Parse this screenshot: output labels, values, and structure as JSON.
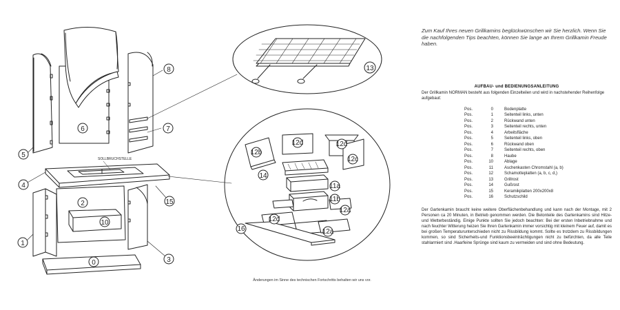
{
  "diagram": {
    "callouts": [
      "8",
      "6",
      "7",
      "5",
      "4",
      "15",
      "2",
      "10",
      "1",
      "0",
      "3",
      "13",
      "12b",
      "12d",
      "12d",
      "12c",
      "14",
      "11a",
      "11b",
      "12a",
      "12d",
      "12a",
      "16"
    ],
    "sollbruchstelle_label": "SOLLBRUCHSTELLE",
    "caption": "Änderungen im Sinne des technischen Fortschritts behalten wir uns vor."
  },
  "text": {
    "intro": "Zum Kauf Ihres neuen Grillkamins beglückwünschen wir Sie herzlich. Wenn Sie die nachfolgenden Tips beachten, können Sie lange an Ihrem Grillkamin Freude haben.",
    "heading": "AUFBAU- und BEDIENUNGSANLEITUNG",
    "lead": "Der Grillkamin NORMAN besteht aus folgenden Einzelteilen und wird in nachstehender Reihenfolge aufgebaut:",
    "parts": [
      {
        "pos": "Pos.",
        "num": "0",
        "name": "Bodenplatte"
      },
      {
        "pos": "Pos.",
        "num": "1",
        "name": "Seitenteil links, unten"
      },
      {
        "pos": "Pos.",
        "num": "2",
        "name": "Rückwand unten"
      },
      {
        "pos": "Pos.",
        "num": "3",
        "name": "Seitenteil rechts, unten"
      },
      {
        "pos": "Pos.",
        "num": "4",
        "name": "Arbeitsfläche"
      },
      {
        "pos": "Pos.",
        "num": "5",
        "name": "Seitenteil links, oben"
      },
      {
        "pos": "Pos.",
        "num": "6",
        "name": "Rückwand oben"
      },
      {
        "pos": "Pos.",
        "num": "7",
        "name": "Seitenteil rechts, oben"
      },
      {
        "pos": "Pos.",
        "num": "8",
        "name": "Haube"
      },
      {
        "pos": "Pos.",
        "num": "10",
        "name": "Ablage"
      },
      {
        "pos": "Pos.",
        "num": "11",
        "name": "Aschenkasten Chromstahl (a, b)"
      },
      {
        "pos": "Pos.",
        "num": "12",
        "name": "Schamotteplatten (a, b, c, d,)"
      },
      {
        "pos": "Pos.",
        "num": "13",
        "name": "Grillrost"
      },
      {
        "pos": "Pos.",
        "num": "14",
        "name": "Gußrost"
      },
      {
        "pos": "Pos.",
        "num": "15",
        "name": "Keramikplatten 200x200x8"
      },
      {
        "pos": "Pos.",
        "num": "16",
        "name": "Schutzschild"
      }
    ],
    "body": "Der Gartenkamin braucht keine weitere Oberflächenbehandlung und kann nach der Montage, mit 2 Personen ca 20 Minuten, in Betrieb genommen werden. Die Betonteile des Gartenkamins sind Hitze- und Wetterbeständig. Einige Punkte sollten Sie jedoch beachten: Bei der ersten Inbetriebnahme und nach feuchter Witterung heizen Sie Ihren Gartenkamin immer vorsichtig mit kleinem Feuer auf, damit es bei großen Temperaturunterschieden nicht zu Rissbildung kommt. Sollte es trotzdem zu Rissbildungen kommen, so sind Sicherheits-und Funktionsbeeinträchtigungen nicht zu befürchten, da alle Teile stahlarmiert sind .Haarfeine Sprünge sind kaum zu vermeiden und sind ohne Bedeutung."
  }
}
